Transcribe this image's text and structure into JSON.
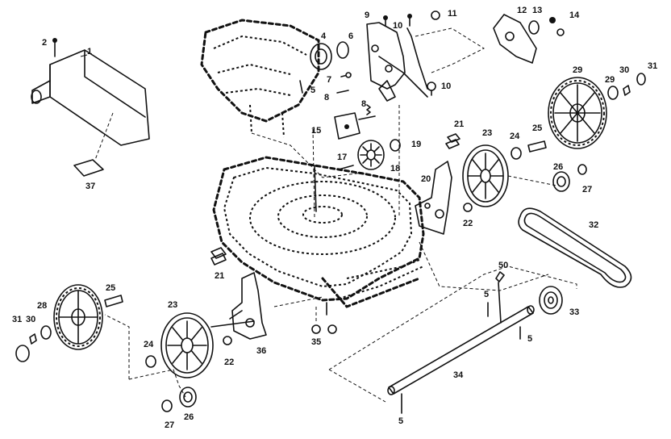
{
  "parts": [
    {
      "id": "p1",
      "label": "1"
    },
    {
      "id": "p2",
      "label": "2"
    },
    {
      "id": "p37",
      "label": "37"
    },
    {
      "id": "p4",
      "label": "4"
    },
    {
      "id": "p6",
      "label": "6"
    },
    {
      "id": "p7",
      "label": "7"
    },
    {
      "id": "p5a",
      "label": "5"
    },
    {
      "id": "p8a",
      "label": "8"
    },
    {
      "id": "p9",
      "label": "9"
    },
    {
      "id": "p10a",
      "label": "10"
    },
    {
      "id": "p10b",
      "label": "10"
    },
    {
      "id": "p11",
      "label": "11"
    },
    {
      "id": "p8b",
      "label": "8"
    },
    {
      "id": "p15",
      "label": "15"
    },
    {
      "id": "p17",
      "label": "17"
    },
    {
      "id": "p18",
      "label": "18"
    },
    {
      "id": "p19",
      "label": "19"
    },
    {
      "id": "p12",
      "label": "12"
    },
    {
      "id": "p13",
      "label": "13"
    },
    {
      "id": "p14",
      "label": "14"
    },
    {
      "id": "p29a",
      "label": "29"
    },
    {
      "id": "p29b",
      "label": "29"
    },
    {
      "id": "p30a",
      "label": "30"
    },
    {
      "id": "p31a",
      "label": "31"
    },
    {
      "id": "p21a",
      "label": "21"
    },
    {
      "id": "p23a",
      "label": "23"
    },
    {
      "id": "p24a",
      "label": "24"
    },
    {
      "id": "p25a",
      "label": "25"
    },
    {
      "id": "p20",
      "label": "20"
    },
    {
      "id": "p22a",
      "label": "22"
    },
    {
      "id": "p26a",
      "label": "26"
    },
    {
      "id": "p27a",
      "label": "27"
    },
    {
      "id": "p32",
      "label": "32"
    },
    {
      "id": "p50",
      "label": "50"
    },
    {
      "id": "p5b",
      "label": "5"
    },
    {
      "id": "p33",
      "label": "33"
    },
    {
      "id": "p5c",
      "label": "5"
    },
    {
      "id": "p34",
      "label": "34"
    },
    {
      "id": "p5d",
      "label": "5"
    },
    {
      "id": "p21b",
      "label": "21"
    },
    {
      "id": "p36",
      "label": "36"
    },
    {
      "id": "p35",
      "label": "35"
    },
    {
      "id": "p23b",
      "label": "23"
    },
    {
      "id": "p22b",
      "label": "22"
    },
    {
      "id": "p24b",
      "label": "24"
    },
    {
      "id": "p25b",
      "label": "25"
    },
    {
      "id": "p31b",
      "label": "31"
    },
    {
      "id": "p30b",
      "label": "30"
    },
    {
      "id": "p28",
      "label": "28"
    },
    {
      "id": "p26b",
      "label": "26"
    },
    {
      "id": "p27b",
      "label": "27"
    }
  ]
}
